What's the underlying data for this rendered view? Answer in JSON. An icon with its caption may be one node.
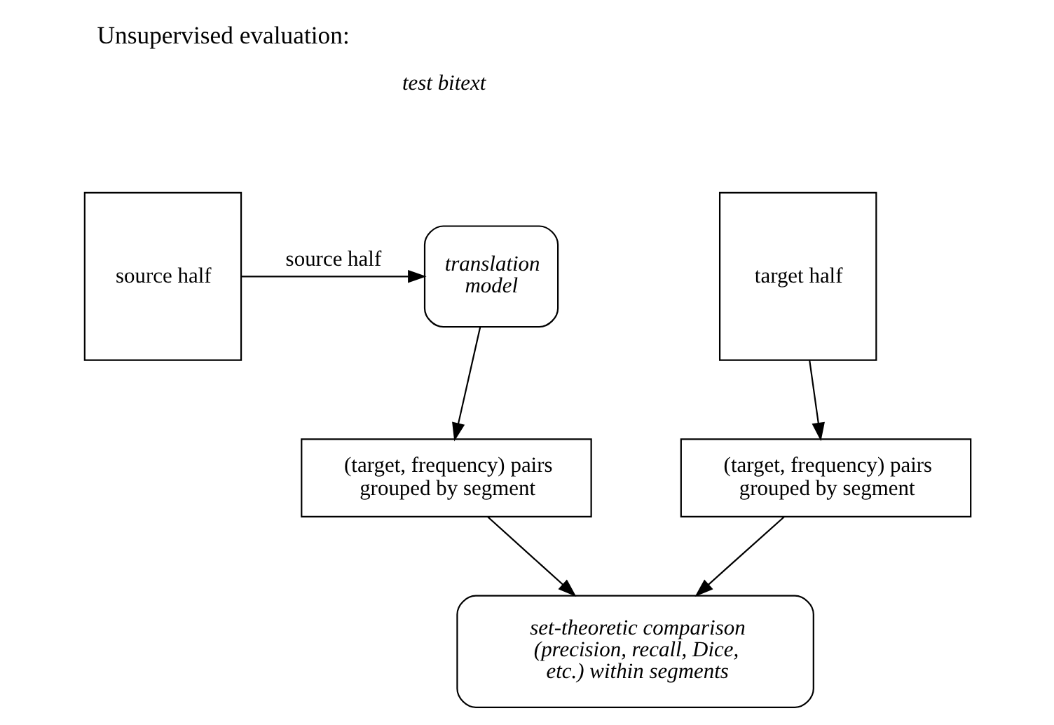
{
  "diagram": {
    "title": "Unsupervised evaluation:",
    "nodes": [
      {
        "text": [
          "translation model"
        ]
      },
      {
        "text": [
          "source half"
        ]
      },
      {
        "text": [
          "target half"
        ]
      },
      {
        "text": [
          "(target, frequency) pairs grouped by segment"
        ]
      },
      {
        "text": [
          "(target, frequency) pairs grouped by segment"
        ]
      },
      {
        "text": [
          "set-theoretic comparison (precision, recall, Dice, etc.) within segments"
        ]
      }
    ],
    "edges": [
      {
        "from": 1,
        "to": 0,
        "arrow": "to",
        "label": "source half"
      },
      {
        "from": 0,
        "to": 3,
        "arrow": "to"
      },
      {
        "from": 2,
        "to": 4,
        "arrow": "to"
      },
      {
        "from": 3,
        "to": 5,
        "arrow": "to"
      },
      {
        "from": 4,
        "to": 5,
        "arrow": "to"
      }
    ],
    "labels": [
      "test bitext"
    ]
  }
}
